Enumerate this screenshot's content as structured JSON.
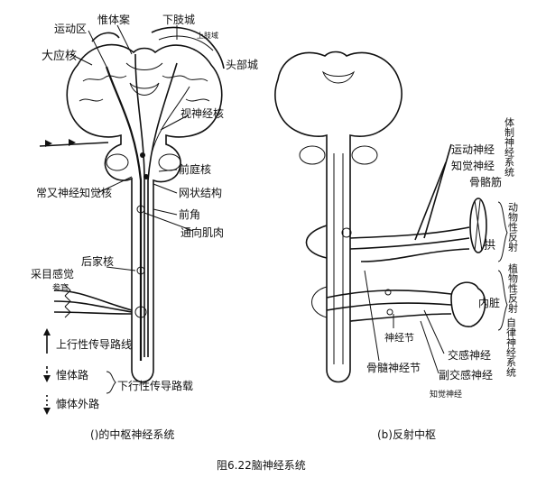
{
  "caption": "阻6.22脑神经系统",
  "panel_a": {
    "title": "()的中枢神经系统",
    "labels": {
      "yundongqu": "运动区",
      "weitian": "惟体案",
      "xiazhicheng": "下肢城",
      "shangzhiyu": "上肢域",
      "dayinghe": "大应核",
      "toubucheng": "头部城",
      "shishenjinghe": "视神经核",
      "qiantinghe": "前庭核",
      "changyoushenjing": "常又神经知觉核",
      "wangzhuangjiegou": "网状结构",
      "qianjiao": "前角",
      "tongxiangjirou": "通向肌肉",
      "houjiahe": "后家核",
      "caimuganjue": "采目感觉",
      "canguan": "参官",
      "shangxing": "上行性传导路线",
      "weitilu": "惶体路",
      "xiaxing": "下行性传导路载",
      "weitiwailu": "慷体外路"
    }
  },
  "panel_b": {
    "title": "(b)反射中枢",
    "labels": {
      "tizhi": "体制神经系统",
      "yundongshenjing": "运动神经",
      "zhijueshenjing": "知觉神经",
      "gugejin": "骨骼筋",
      "dongwuxing": "动物性反射",
      "gong": "拱",
      "zhiwuxing": "植物性反射",
      "neizang": "内脏",
      "zilv": "自律神经系统",
      "shenjingjie": "神经节",
      "jiaogan": "交感神经",
      "gusuijie": "骨髓神经节",
      "fujiaogan": "副交感神经",
      "zhijue2": "知觉神经"
    }
  }
}
